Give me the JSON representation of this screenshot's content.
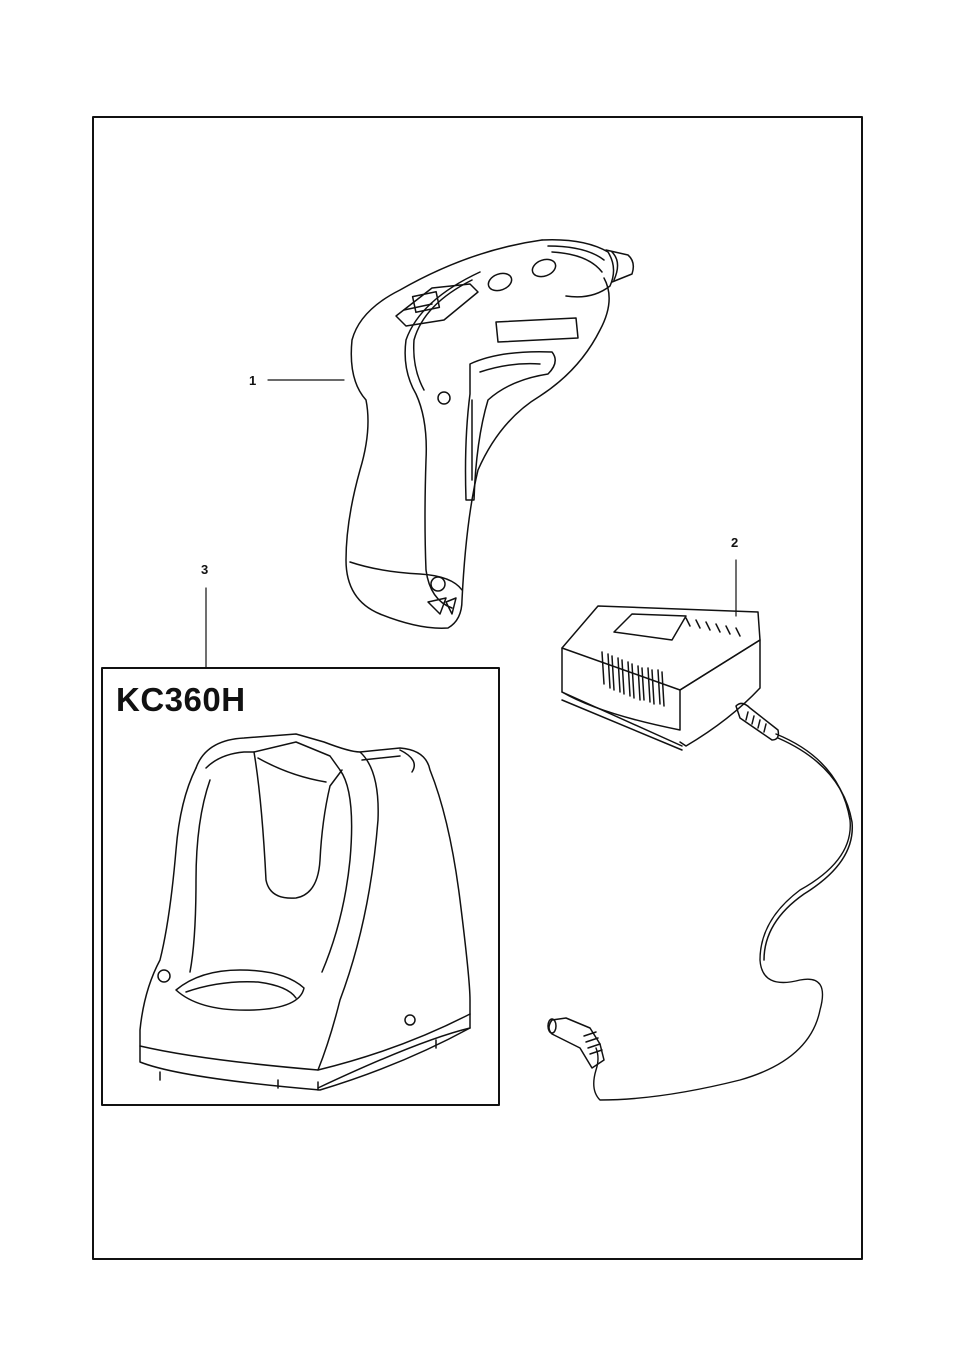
{
  "labels": {
    "screwdriver_callout": "1",
    "adapter_callout": "2",
    "charger_callout": "3",
    "model_name": "KC360H"
  }
}
